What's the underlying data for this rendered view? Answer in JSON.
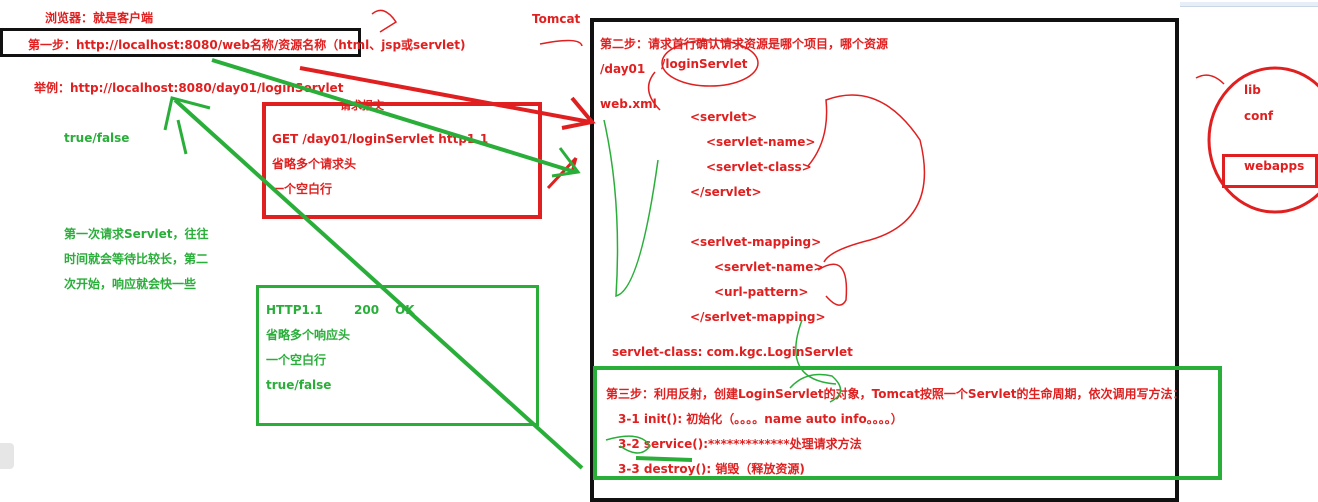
{
  "browser_label": "浏览器：就是客户端",
  "step1": "第一步：http://localhost:8080/web名称/资源名称（html、jsp或servlet)",
  "example": "举例：http://localhost:8080/day01/loginServlet",
  "true_false": "true/false",
  "note_lines": [
    "第一次请求Servlet，往往",
    "时间就会等待比较长，第二",
    "次开始，响应就会快一些"
  ],
  "tomcat_label": "Tomcat",
  "request_box": {
    "title": "请求报文",
    "lines": [
      "GET   /day01/loginServlet  http1.1",
      "省略多个请求头",
      "一个空白行"
    ]
  },
  "response_box": {
    "status_line": {
      "protocol": "HTTP1.1",
      "code": "200",
      "text": "OK"
    },
    "lines": [
      "省略多个响应头",
      "一个空白行",
      "true/false"
    ]
  },
  "server": {
    "step2": "第二步：请求首行确认请求资源是哪个项目，哪个资源",
    "path_project": "/day01",
    "path_resource": "/loginServlet",
    "webxml": "web.xml",
    "xml_lines": [
      "<servlet>",
      "<servlet-name>",
      "<servlet-class>",
      "</servlet>",
      "<serlvet-mapping>",
      "<servlet-name>",
      "<url-pattern>",
      "</serlvet-mapping>"
    ],
    "servlet_class": "servlet-class:  com.kgc.LoginServlet",
    "step3_title": "第三步：利用反射，创建LoginServlet的对象，Tomcat按照一个Servlet的生命周期，依次调用写方法：",
    "step3_lines": [
      "3-1 init(): 初始化（。。。。name  auto info。。。。）",
      "3-2 service():*************处理请求方法",
      "3-3 destroy(): 销毁（释放资源)"
    ]
  },
  "tomcat_dirs": [
    "lib",
    "conf",
    "webapps"
  ],
  "colors": {
    "red": "#e02020",
    "green": "#2aae3a",
    "black": "#111111"
  }
}
